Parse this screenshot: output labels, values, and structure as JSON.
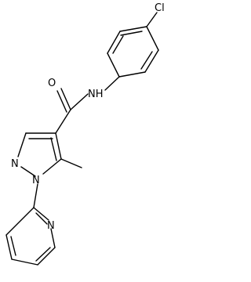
{
  "diagram": {
    "type": "chemical-structure",
    "colors": {
      "bond": "#000000",
      "label": "#000000",
      "background": "#ffffff"
    },
    "atom_labels": {
      "cl": "Cl",
      "nh": "NH",
      "o": "O",
      "n_ring_1": "N",
      "n_ring_2": "N",
      "n_pyridine": "N"
    }
  }
}
